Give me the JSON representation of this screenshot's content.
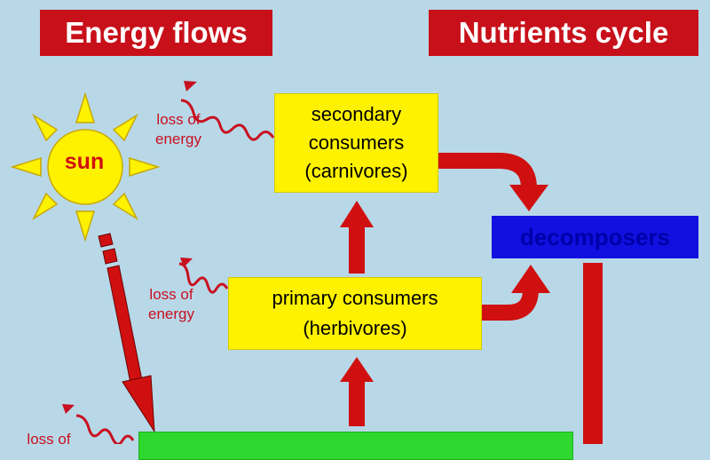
{
  "titles": {
    "energy": "Energy flows",
    "nutrients": "Nutrients cycle"
  },
  "sun": {
    "label": "sun"
  },
  "boxes": {
    "secondary": {
      "line1": "secondary",
      "line2": "consumers",
      "line3": "(carnivores)"
    },
    "primary": {
      "line1": "primary consumers",
      "line2": "(herbivores)"
    },
    "decomposers": {
      "label": "decomposers"
    }
  },
  "losses": [
    {
      "line1": "loss of",
      "line2": "energy"
    },
    {
      "line1": "loss of",
      "line2": "energy"
    },
    {
      "line1": "loss of",
      "line2": ""
    }
  ],
  "colors": {
    "background": "#b8d8e8",
    "title_red": "#c8101a",
    "consumer_yellow": "#fff200",
    "decomposer_blue": "#1010e0",
    "producer_green": "#2ed82e",
    "arrow_red": "#d01010"
  }
}
